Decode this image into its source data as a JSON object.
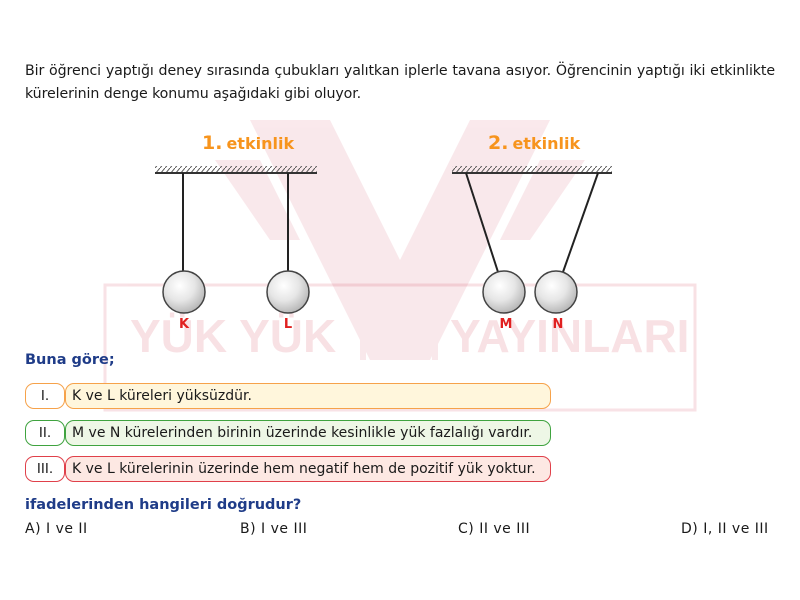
{
  "intro_text": "Bir öğrenci yaptığı deney sırasında çubukları yalıtkan iplerle tavana asıyor. Öğrencinin yaptığı iki etkinlikte kürelerinin denge konumu aşağıdaki gibi oluyor.",
  "activities": [
    {
      "number": "1.",
      "title": "etkinlik",
      "balls": [
        "K",
        "L"
      ]
    },
    {
      "number": "2.",
      "title": "etkinlik",
      "balls": [
        "M",
        "N"
      ]
    }
  ],
  "watermark": {
    "text_left": "YÜK YÜK",
    "text_right": "YAYINLARI"
  },
  "question": "Buna göre;",
  "statements": [
    {
      "roman": "I.",
      "text": "K ve L küreleri yüksüzdür."
    },
    {
      "roman": "II.",
      "text": "M ve N kürelerinden birinin üzerinde kesinlikle yük fazlalığı vardır."
    },
    {
      "roman": "III.",
      "text": "K ve L kürelerinin üzerinde hem negatif hem de pozitif yük yoktur."
    }
  ],
  "prompt": "ifadelerinden hangileri doğrudur?",
  "choices": [
    "A) I ve II",
    "B) I ve III",
    "C) II ve III",
    "D) I, II ve III"
  ],
  "colors": {
    "title": "#f7941d",
    "ball_label": "#e02020",
    "question_text": "#1f3c88",
    "statement_1_border": "#f6a24a",
    "statement_2_border": "#3fa33f",
    "statement_3_border": "#e0404a"
  }
}
